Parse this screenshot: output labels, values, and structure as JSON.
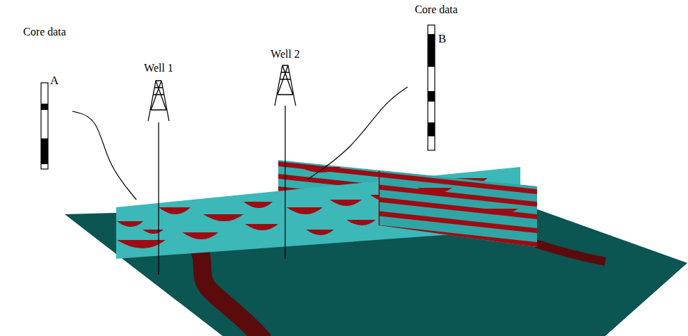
{
  "diagram": {
    "nodes": [
      {
        "text": [
          "Core data",
          "A"
        ]
      },
      {
        "text": [
          "Well 1"
        ]
      },
      {
        "text": [
          "Well 2"
        ]
      },
      {
        "text": [
          "Core data",
          "B"
        ]
      }
    ],
    "edges": [
      {
        "from": 0,
        "to": 1,
        "arrow": "none"
      },
      {
        "from": 3,
        "to": 2,
        "arrow": "none"
      }
    ]
  }
}
